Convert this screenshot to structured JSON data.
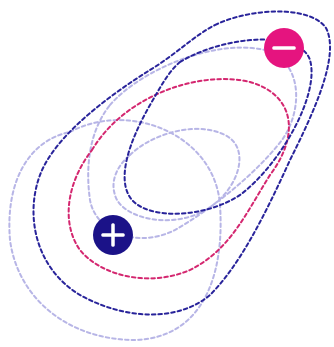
{
  "diagram": {
    "colors": {
      "background": "#ffffff",
      "navy": "#28239a",
      "magenta": "#d4266f",
      "lavender": "#b7b5e6",
      "charge_positive_fill": "#1b1288",
      "charge_negative_fill": "#e5147f",
      "charge_symbol": "#ffffff"
    },
    "charges": [
      {
        "name": "positive-charge",
        "sign": "+",
        "icon": "plus-icon"
      },
      {
        "name": "negative-charge",
        "sign": "−",
        "icon": "minus-icon"
      }
    ],
    "contours": [
      {
        "name": "outer-navy-contour",
        "color": "navy"
      },
      {
        "name": "magenta-contour",
        "color": "magenta"
      },
      {
        "name": "inner-navy-contour",
        "color": "navy"
      },
      {
        "name": "upper-lavender-contour",
        "color": "lavender"
      },
      {
        "name": "left-lavender-contour",
        "color": "lavender"
      },
      {
        "name": "small-lavender-contour",
        "color": "lavender"
      }
    ],
    "line_style": "dashed"
  }
}
